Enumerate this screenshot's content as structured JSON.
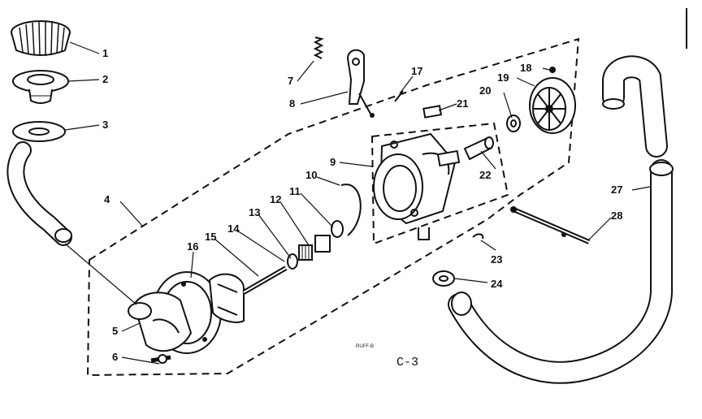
{
  "diagram": {
    "part_numbers": [
      "1",
      "2",
      "3",
      "4",
      "5",
      "6",
      "7",
      "8",
      "9",
      "10",
      "11",
      "12",
      "13",
      "14",
      "15",
      "16",
      "17",
      "18",
      "19",
      "20",
      "21",
      "22",
      "23",
      "24",
      "27",
      "28"
    ],
    "figure_code": "C-3",
    "small_code": "RUFF-B"
  },
  "colors": {
    "ink": "#111111",
    "background": "#ffffff"
  }
}
